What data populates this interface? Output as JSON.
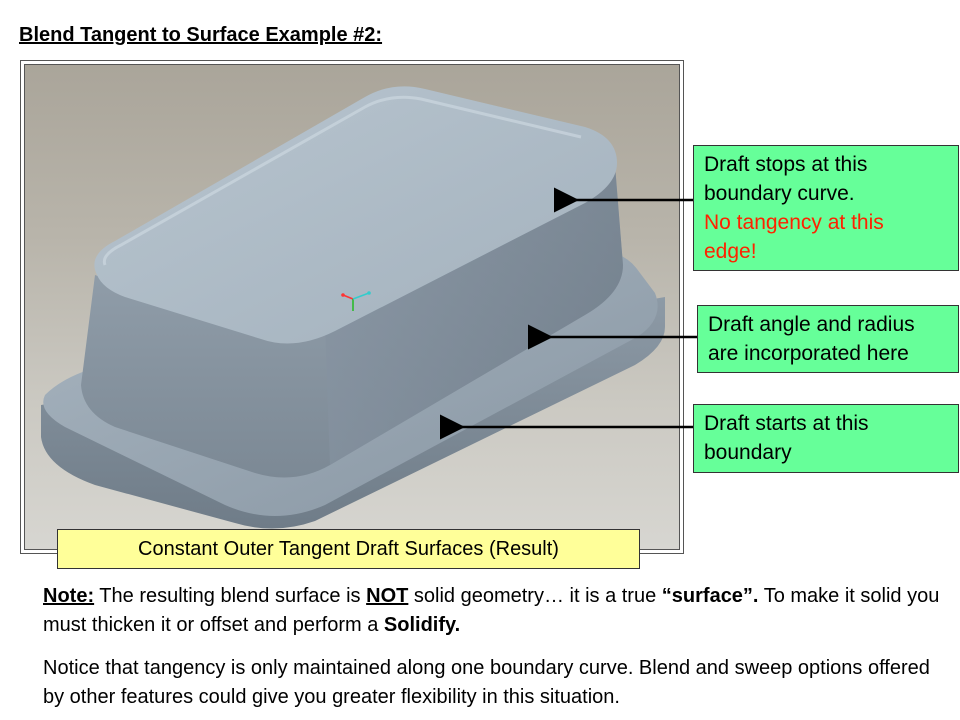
{
  "slide": {
    "title": "Blend Tangent to Surface Example #2:"
  },
  "callouts": {
    "top": {
      "line1": "Draft stops at this",
      "line2": "boundary curve.",
      "warn1": "No tangency at this",
      "warn2": "edge!"
    },
    "middle": {
      "line1": "Draft angle and radius",
      "line2": "are incorporated here"
    },
    "bottom": {
      "line1": "Draft starts at this",
      "line2": "boundary"
    }
  },
  "caption": "Constant Outer Tangent Draft Surfaces (Result)",
  "note": {
    "label": "Note:",
    "t1": " The resulting blend surface is ",
    "not": "NOT",
    "t2": " solid geometry… it is a true ",
    "surface": "“surface”.",
    "t3": " To make it solid you must thicken it or offset and perform a ",
    "solidify": "Solidify."
  },
  "note2": "Notice that tangency is only maintained along one boundary curve. Blend and sweep options offered by other features could give you greater flexibility in this situation.",
  "colors": {
    "callout_bg": "#66ff99",
    "caption_bg": "#ffff99",
    "warning_text": "#ff2200",
    "model_surface": "#9aa8b4",
    "viewport_bg": "#b8b4aa"
  }
}
